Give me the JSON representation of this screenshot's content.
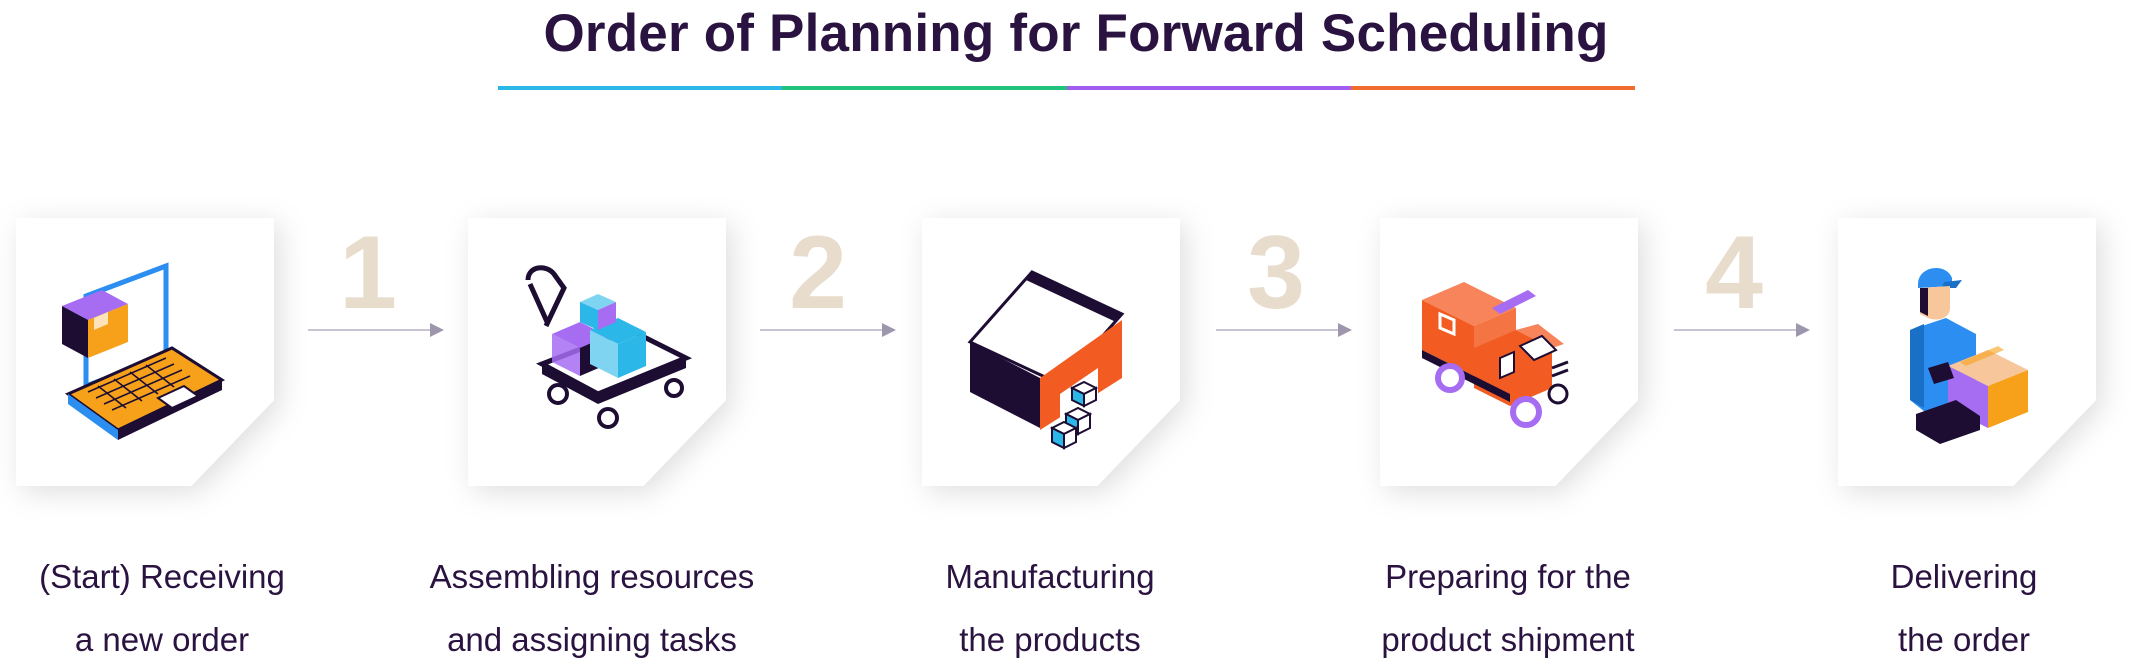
{
  "title": "Order of Planning for Forward Scheduling",
  "underline_colors": [
    "#2bb8e8",
    "#1fc27a",
    "#a35cf0",
    "#f26b2e"
  ],
  "colors": {
    "title": "#2a1340",
    "step_number": "#e8dccd",
    "arrow": "#c9c4d4",
    "orange": "#f7a11a",
    "purple": "#a66cf2",
    "blue": "#2b8ef0",
    "dark": "#1d0d33",
    "red_orange": "#f25c22"
  },
  "steps": [
    {
      "icon": "laptop-package-icon",
      "label_line1": "(Start) Receiving",
      "label_line2": "a new order"
    },
    {
      "number": "1",
      "icon": "hand-truck-boxes-icon",
      "label_line1": "Assembling resources",
      "label_line2": "and assigning tasks"
    },
    {
      "number": "2",
      "icon": "warehouse-icon",
      "label_line1": "Manufacturing",
      "label_line2": "the products"
    },
    {
      "number": "3",
      "icon": "delivery-truck-icon",
      "label_line1": "Preparing for the",
      "label_line2": "product shipment"
    },
    {
      "number": "4",
      "icon": "courier-with-box-icon",
      "label_line1": "Delivering",
      "label_line2": "the order"
    }
  ]
}
